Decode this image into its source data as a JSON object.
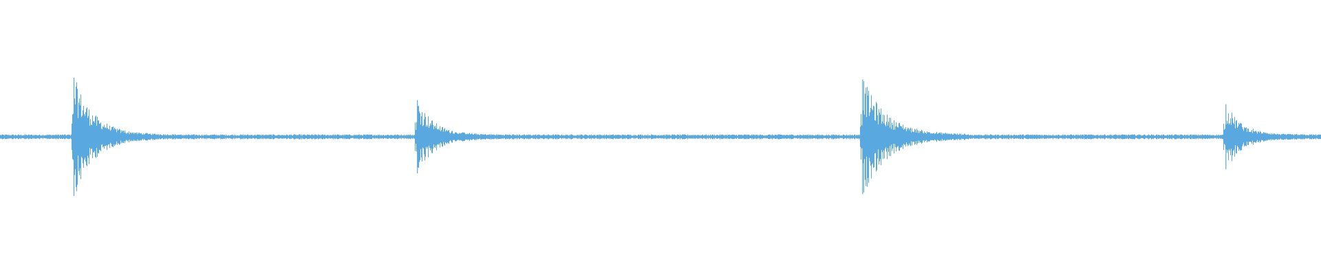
{
  "waveform": {
    "color": "#5aa8e0",
    "background": "#ffffff",
    "transients": [
      {
        "position": 0.056,
        "strength": 1.0,
        "decay": 0.9
      },
      {
        "position": 0.316,
        "strength": 0.62,
        "decay": 0.75
      },
      {
        "position": 0.653,
        "strength": 0.97,
        "decay": 1.1
      },
      {
        "position": 0.928,
        "strength": 0.55,
        "decay": 0.7
      }
    ],
    "noise_floor": 0.03
  }
}
